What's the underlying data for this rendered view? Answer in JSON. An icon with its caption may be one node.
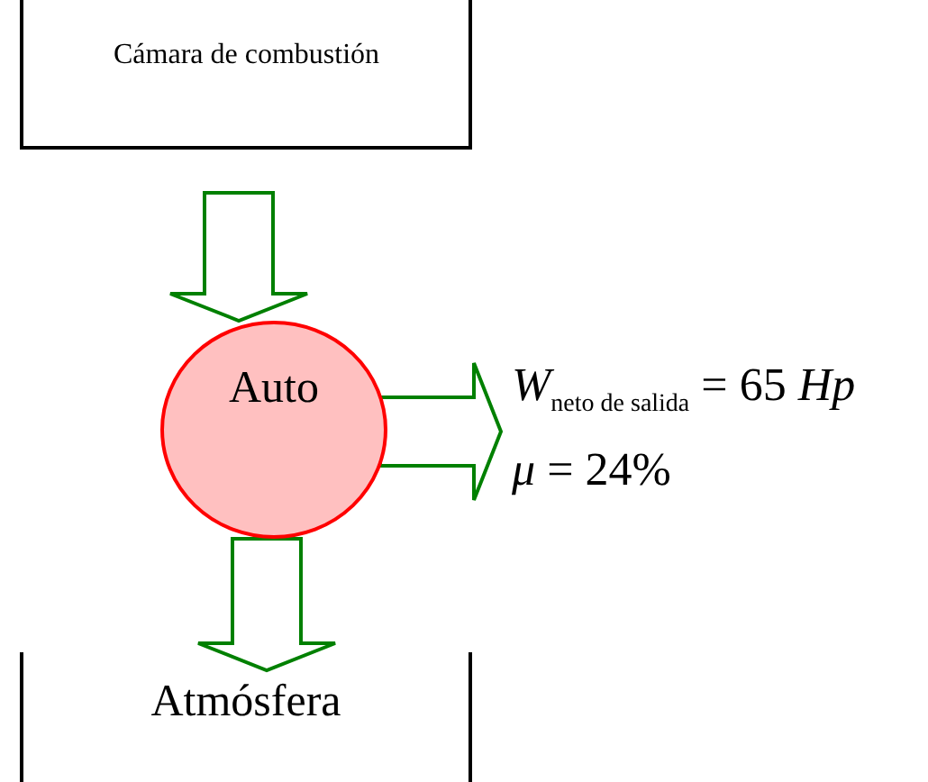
{
  "diagram": {
    "nodes": [
      {
        "text": [
          "Cámara de combustión"
        ]
      },
      {
        "text": [
          "Auto"
        ]
      },
      {
        "text": [
          "Atmósfera"
        ]
      },
      {
        "text": [
          "*W*$_{neto de salida}$ = 65 *Hp*",
          "*μ* = 24%"
        ]
      }
    ],
    "edges": [
      {
        "from": 0,
        "to": 1,
        "arrow": "to"
      },
      {
        "from": 1,
        "to": 3,
        "arrow": "to"
      },
      {
        "from": 1,
        "to": 2,
        "arrow": "to"
      }
    ]
  }
}
